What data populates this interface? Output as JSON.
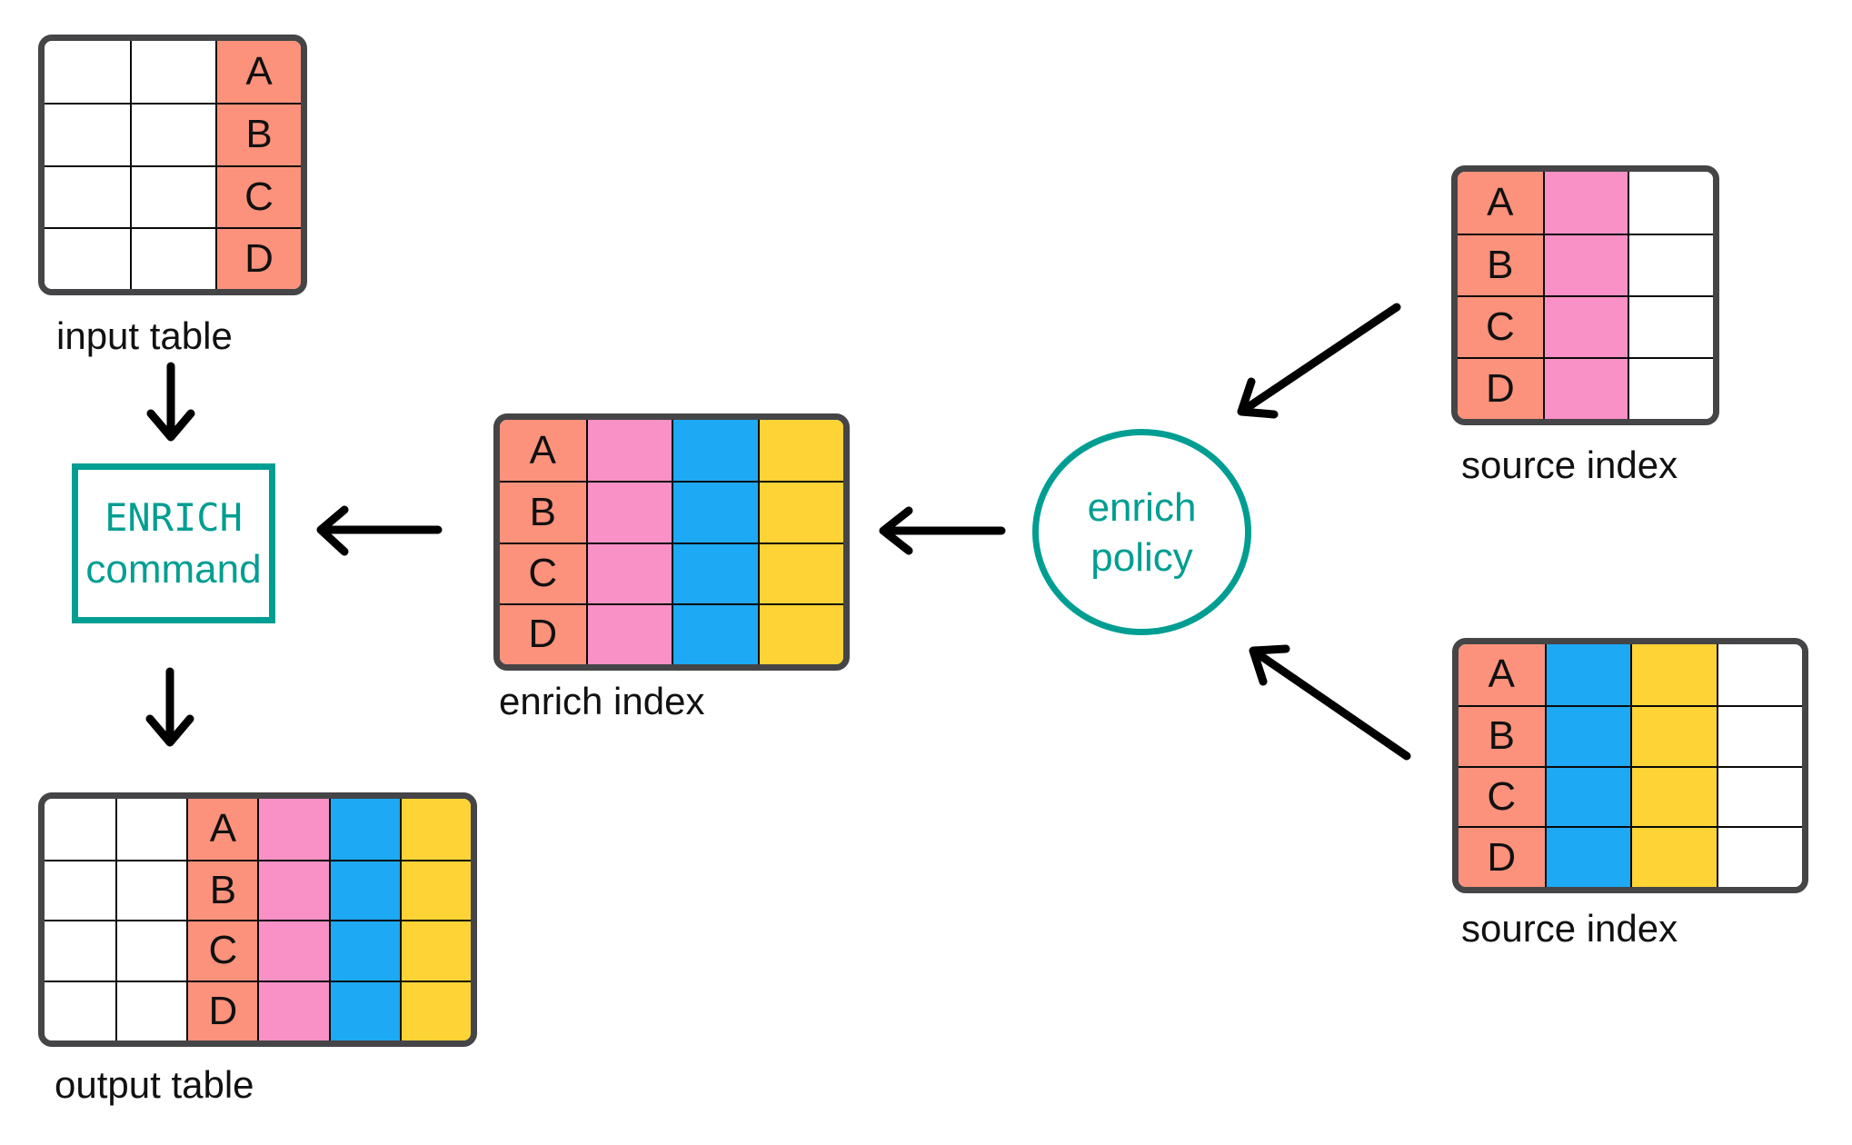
{
  "colors": {
    "salmon": "#FC927B",
    "pink": "#F991C6",
    "blue": "#1DA9F3",
    "yellow": "#FDD335",
    "teal": "#009E92",
    "border_dark": "#454547",
    "line_black": "#0A0A0A",
    "text_dark": "#111111"
  },
  "row_keys": [
    "A",
    "B",
    "C",
    "D"
  ],
  "nodes": {
    "enrich_command": {
      "line1": "ENRICH",
      "line2": "command"
    },
    "enrich_policy": {
      "line1": "enrich",
      "line2": "policy"
    }
  },
  "tables": {
    "input": {
      "label": "input table",
      "cols": [
        "blank",
        "blank",
        "key"
      ],
      "rows": [
        "A",
        "B",
        "C",
        "D"
      ]
    },
    "enrich_index": {
      "label": "enrich index",
      "cols": [
        "key",
        "pink",
        "blue",
        "yellow"
      ],
      "rows": [
        "A",
        "B",
        "C",
        "D"
      ]
    },
    "source_top": {
      "label": "source index",
      "cols": [
        "key",
        "pink",
        "blank"
      ],
      "rows": [
        "A",
        "B",
        "C",
        "D"
      ]
    },
    "source_bottom": {
      "label": "source index",
      "cols": [
        "key",
        "blue",
        "yellow",
        "blank"
      ],
      "rows": [
        "A",
        "B",
        "C",
        "D"
      ]
    },
    "output": {
      "label": "output table",
      "cols": [
        "blank",
        "blank",
        "key",
        "pink",
        "blue",
        "yellow"
      ],
      "rows": [
        "A",
        "B",
        "C",
        "D"
      ]
    }
  }
}
